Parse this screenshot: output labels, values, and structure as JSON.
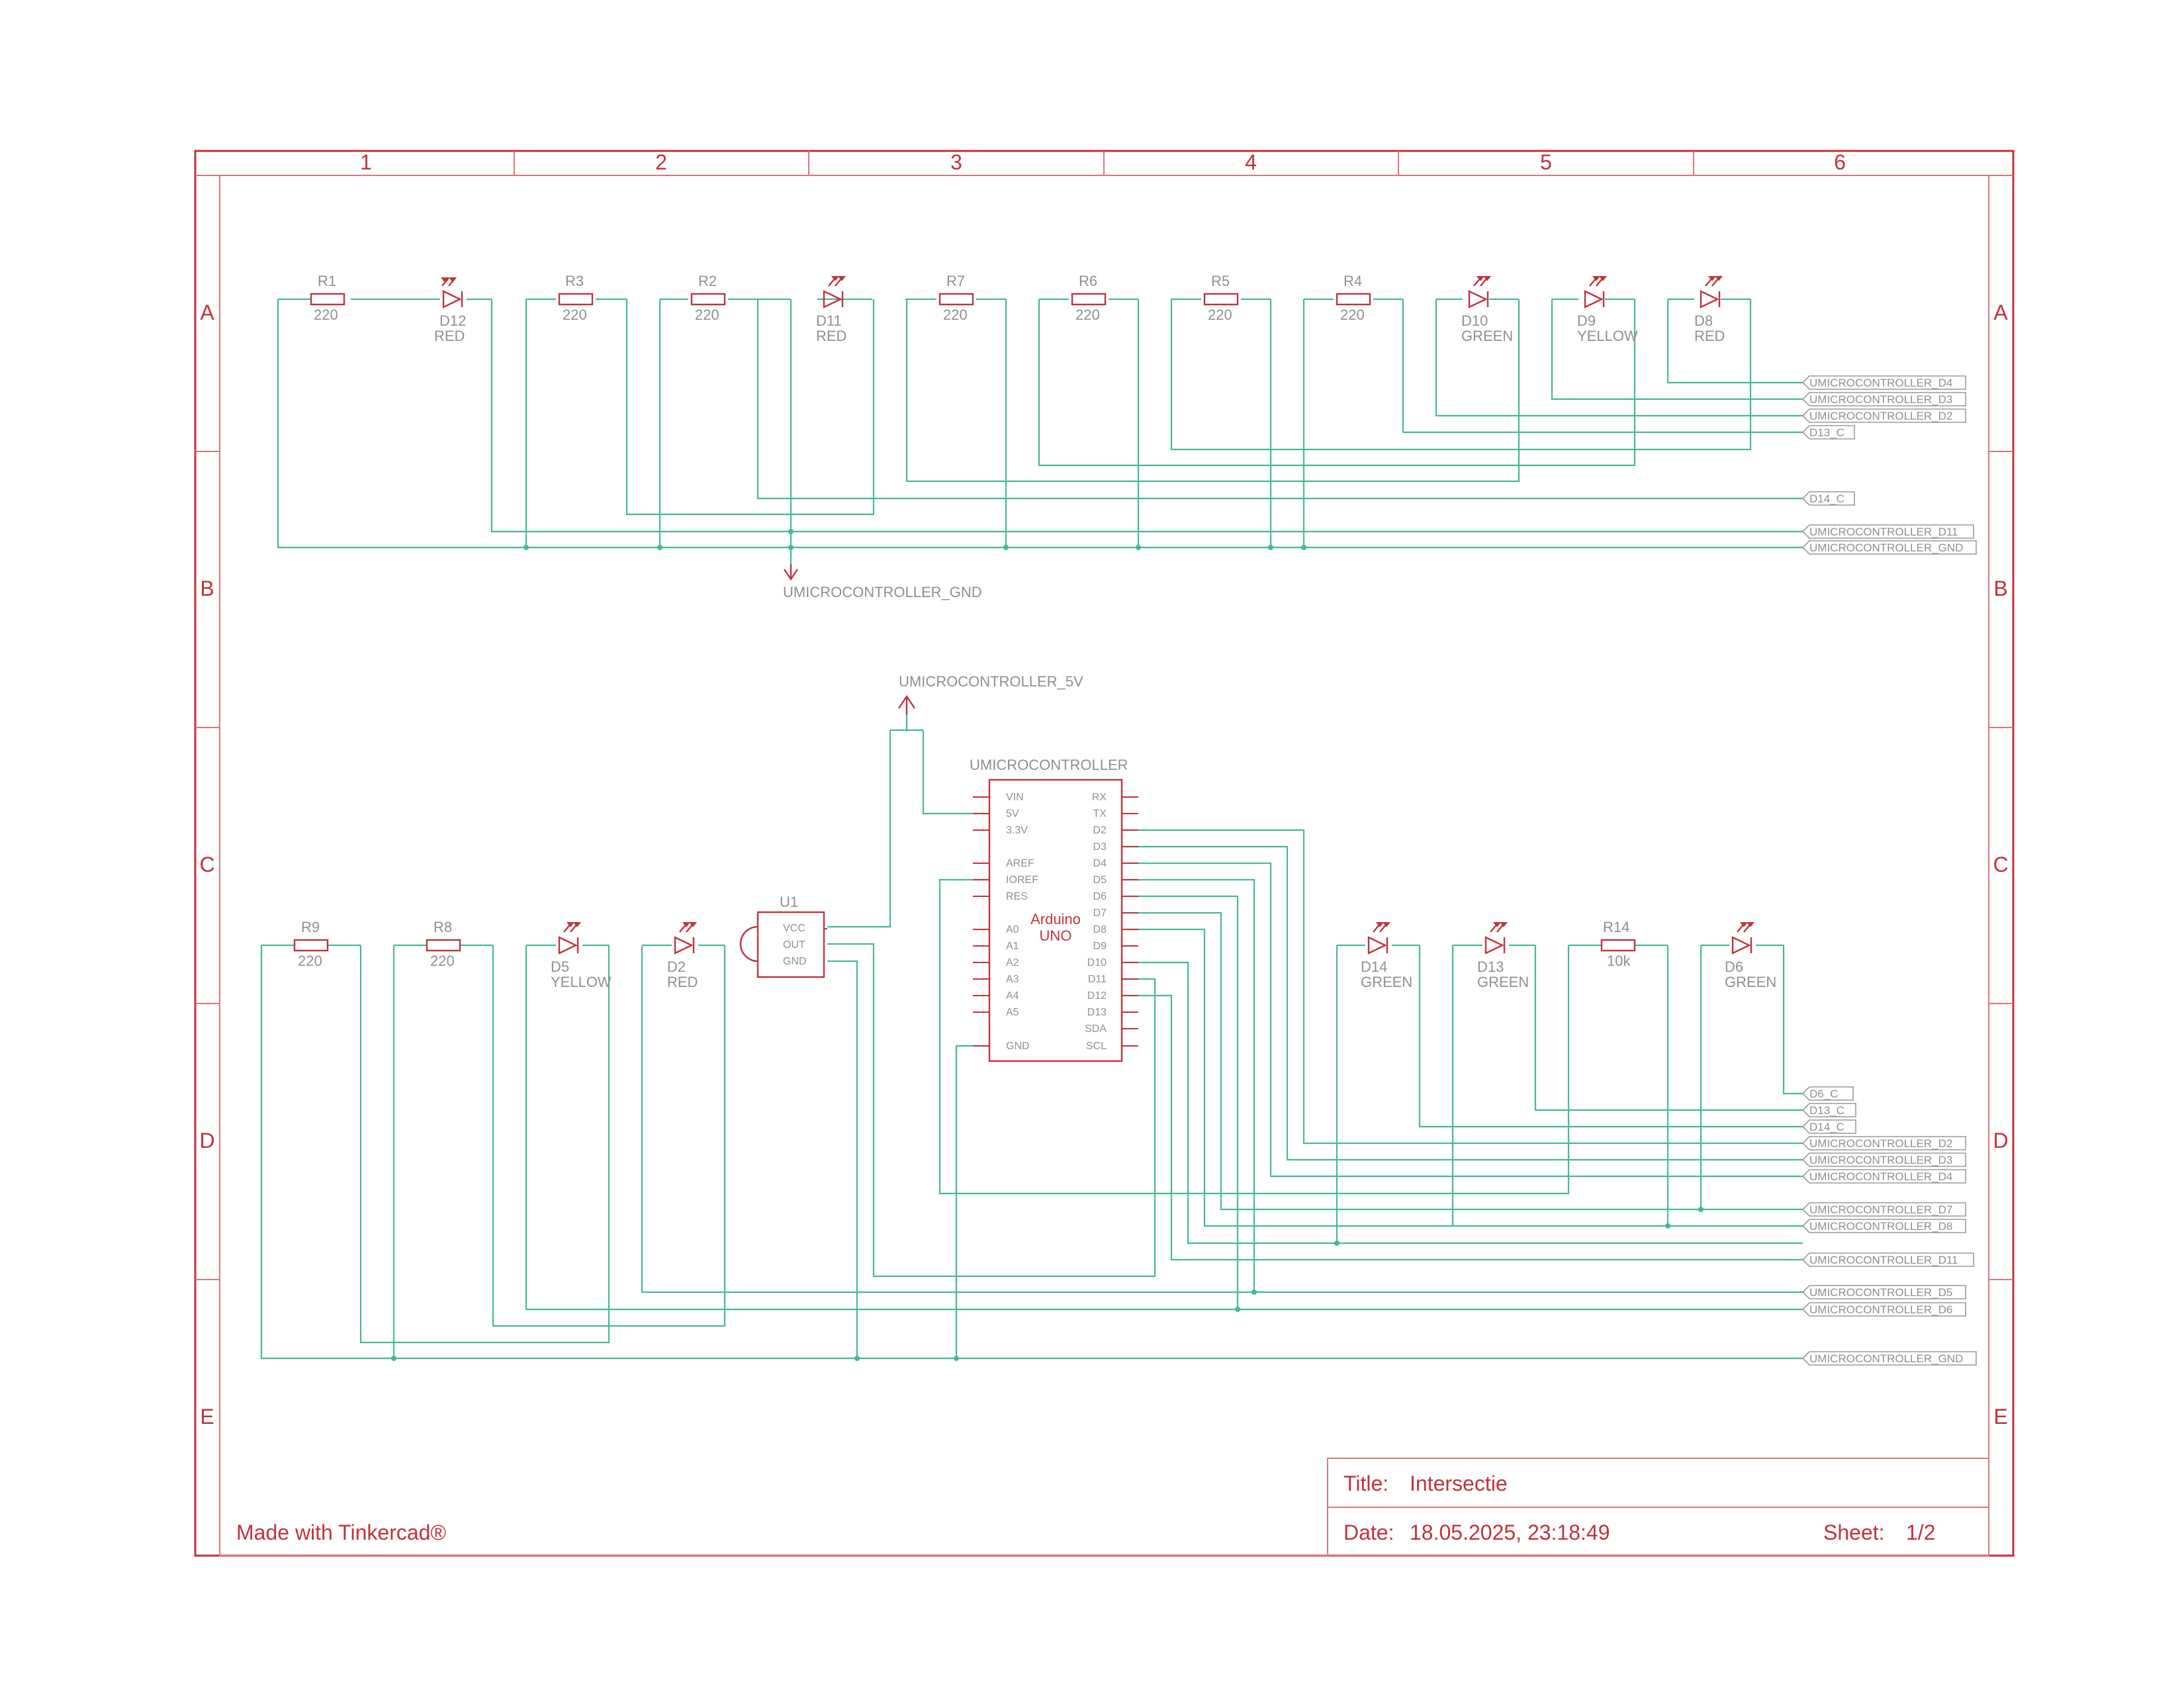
{
  "sheet": {
    "columns": [
      "1",
      "2",
      "3",
      "4",
      "5",
      "6"
    ],
    "rows": [
      "A",
      "B",
      "C",
      "D",
      "E"
    ],
    "watermark": "Made with Tinkercad®"
  },
  "title_block": {
    "title_label": "Title:",
    "title": "Intersectie",
    "date_label": "Date:",
    "date": "18.05.2025, 23:18:49",
    "sheet_label": "Sheet:",
    "sheet": "1/2"
  },
  "components": {
    "R1": {
      "name": "R1",
      "value": "220"
    },
    "R2": {
      "name": "R2",
      "value": "220"
    },
    "R3": {
      "name": "R3",
      "value": "220"
    },
    "R4": {
      "name": "R4",
      "value": "220"
    },
    "R5": {
      "name": "R5",
      "value": "220"
    },
    "R6": {
      "name": "R6",
      "value": "220"
    },
    "R7": {
      "name": "R7",
      "value": "220"
    },
    "R8": {
      "name": "R8",
      "value": "220"
    },
    "R9": {
      "name": "R9",
      "value": "220"
    },
    "R14": {
      "name": "R14",
      "value": "10k"
    },
    "D2": {
      "name": "D2",
      "value": "RED"
    },
    "D5": {
      "name": "D5",
      "value": "YELLOW"
    },
    "D6": {
      "name": "D6",
      "value": "GREEN"
    },
    "D8": {
      "name": "D8",
      "value": "RED"
    },
    "D9": {
      "name": "D9",
      "value": "YELLOW"
    },
    "D10": {
      "name": "D10",
      "value": "GREEN"
    },
    "D11": {
      "name": "D11",
      "value": "RED"
    },
    "D12": {
      "name": "D12",
      "value": "RED"
    },
    "D13": {
      "name": "D13",
      "value": "GREEN"
    },
    "D14": {
      "name": "D14",
      "value": "GREEN"
    },
    "U1": {
      "name": "U1",
      "pins": [
        "VCC",
        "OUT",
        "GND"
      ]
    }
  },
  "mcu": {
    "name": "UMICROCONTROLLER",
    "label_line1": "Arduino",
    "label_line2": "UNO",
    "left_pins": [
      "VIN",
      "5V",
      "3.3V",
      "AREF",
      "IOREF",
      "RES",
      "A0",
      "A1",
      "A2",
      "A3",
      "A4",
      "A5",
      "GND"
    ],
    "right_pins": [
      "RX",
      "TX",
      "D2",
      "D3",
      "D4",
      "D5",
      "D6",
      "D7",
      "D8",
      "D9",
      "D10",
      "D11",
      "D12",
      "D13",
      "SDA",
      "SCL"
    ]
  },
  "power": {
    "gnd": "UMICROCONTROLLER_GND",
    "vcc": "UMICROCONTROLLER_5V"
  },
  "net_labels_top": [
    "UMICROCONTROLLER_D4",
    "UMICROCONTROLLER_D3",
    "UMICROCONTROLLER_D2",
    "D13_C",
    "D14_C",
    "UMICROCONTROLLER_D11",
    "UMICROCONTROLLER_GND"
  ],
  "net_labels_bottom": [
    "D6_C",
    "D13_C",
    "D14_C",
    "UMICROCONTROLLER_D2",
    "UMICROCONTROLLER_D3",
    "UMICROCONTROLLER_D4",
    "UMICROCONTROLLER_D7",
    "UMICROCONTROLLER_D8",
    "UMICROCONTROLLER_D11",
    "UMICROCONTROLLER_D5",
    "UMICROCONTROLLER_D6",
    "UMICROCONTROLLER_GND"
  ]
}
